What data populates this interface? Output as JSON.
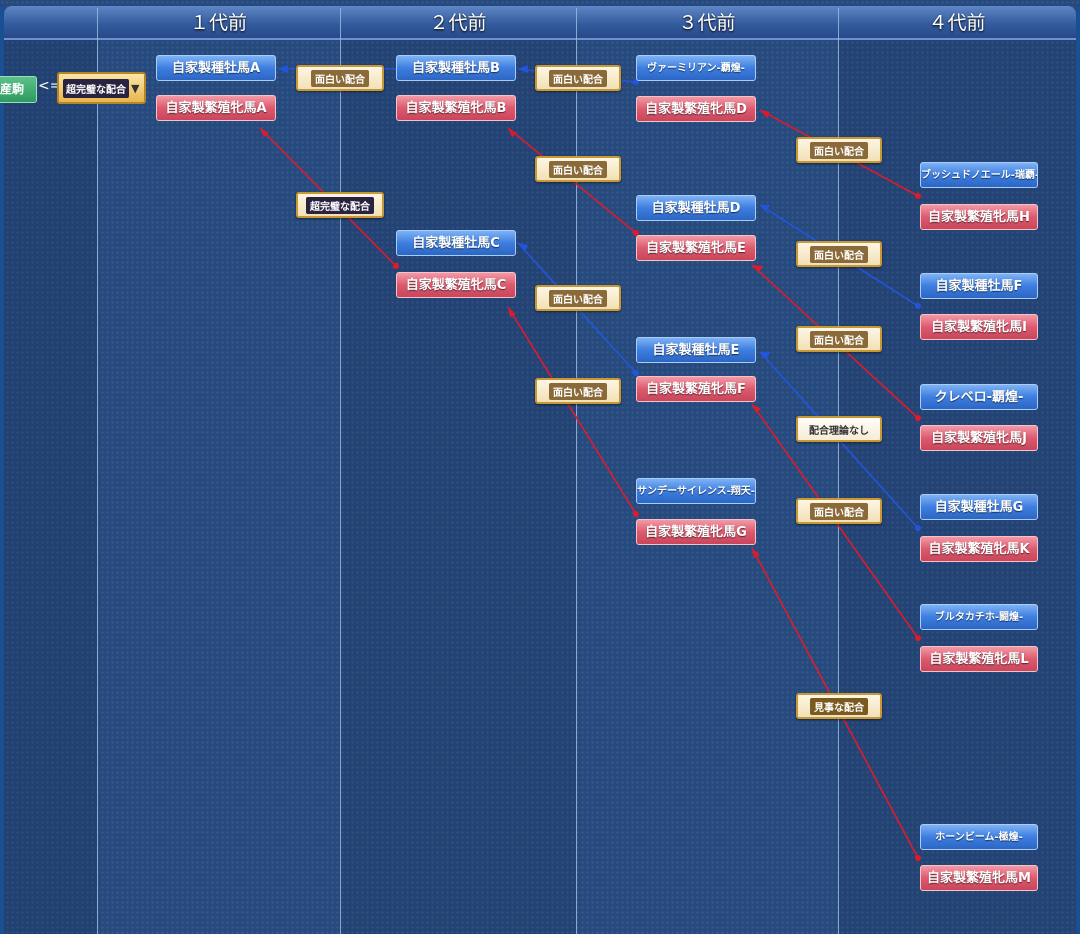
{
  "generations": [
    "１代前",
    "２代前",
    "３代前",
    "４代前"
  ],
  "current": {
    "horse": "産駒",
    "match": "超完璧な配合",
    "dropdown_icon": "▼",
    "arrow_icon": "<="
  },
  "gen1": {
    "sire": "自家製種牡馬A",
    "dam": "自家製繁殖牝馬A"
  },
  "gen2": [
    {
      "sire": "自家製種牡馬B",
      "dam": "自家製繁殖牝馬B"
    },
    {
      "sire": "自家製種牡馬C",
      "dam": "自家製繁殖牝馬C"
    }
  ],
  "gen3": [
    {
      "sire": "ヴァーミリアン-覇煌-",
      "dam": "自家製繁殖牝馬D"
    },
    {
      "sire": "自家製種牡馬D",
      "dam": "自家製繁殖牝馬E"
    },
    {
      "sire": "自家製種牡馬E",
      "dam": "自家製繁殖牝馬F"
    },
    {
      "sire": "サンデーサイレンス-翔天-",
      "dam": "自家製繁殖牝馬G"
    }
  ],
  "gen4": [
    {
      "sire": "ブッシュドノエール-瑞覇-",
      "dam": "自家製繁殖牝馬H"
    },
    {
      "sire": "自家製種牡馬F",
      "dam": "自家製繁殖牝馬I"
    },
    {
      "sire": "クレベロ-覇煌-",
      "dam": "自家製繁殖牝馬J"
    },
    {
      "sire": "自家製種牡馬G",
      "dam": "自家製繁殖牝馬K"
    },
    {
      "sire": "ブルタカチホ-闘煌-",
      "dam": "自家製繁殖牝馬L"
    },
    {
      "sire": "ホーンビーム-極煌-",
      "dam": "自家製繁殖牝馬M"
    }
  ],
  "matches": {
    "m1a": "面白い配合",
    "m1b": "超完璧な配合",
    "m2a": "面白い配合",
    "m2b": "面白い配合",
    "m2c": "面白い配合",
    "m2d": "面白い配合",
    "m3a": "面白い配合",
    "m3b": "面白い配合",
    "m3c": "面白い配合",
    "m3d": "配合理論なし",
    "m3e": "面白い配合",
    "m3f": "見事な配合"
  },
  "colors": {
    "sire": "#3d7ee0",
    "dam": "#dd5a6e",
    "sire_line": "#2255dd",
    "dam_line": "#e01a2a",
    "badge_border": "#c89834"
  }
}
